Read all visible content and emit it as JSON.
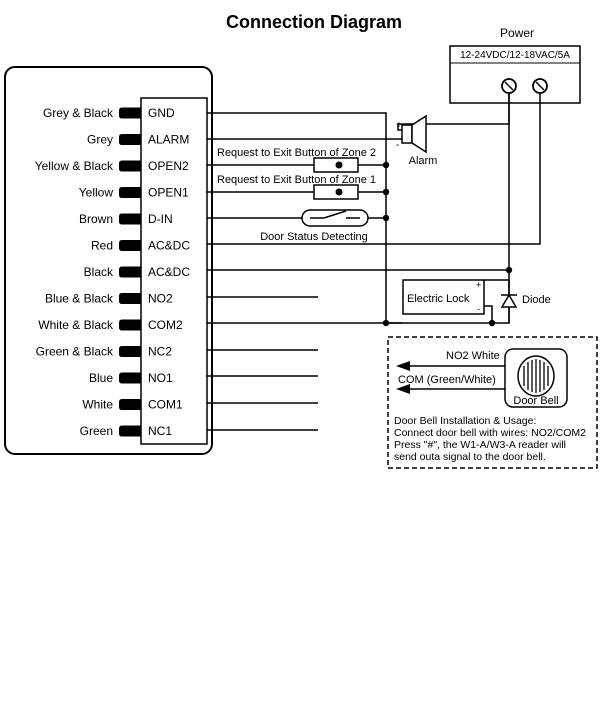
{
  "title": "Connection Diagram",
  "power": {
    "label": "Power",
    "spec": "12-24VDC/12-18VAC/5A"
  },
  "wires": [
    {
      "color": "Grey & Black",
      "terminal": "GND"
    },
    {
      "color": "Grey",
      "terminal": "ALARM"
    },
    {
      "color": "Yellow & Black",
      "terminal": "OPEN2"
    },
    {
      "color": "Yellow",
      "terminal": "OPEN1"
    },
    {
      "color": "Brown",
      "terminal": "D-IN"
    },
    {
      "color": "Red",
      "terminal": "AC&DC"
    },
    {
      "color": "Black",
      "terminal": "AC&DC"
    },
    {
      "color": "Blue & Black",
      "terminal": "NO2"
    },
    {
      "color": "White & Black",
      "terminal": "COM2"
    },
    {
      "color": "Green & Black",
      "terminal": "NC2"
    },
    {
      "color": "Blue",
      "terminal": "NO1"
    },
    {
      "color": "White",
      "terminal": "COM1"
    },
    {
      "color": "Green",
      "terminal": "NC1"
    }
  ],
  "labels": {
    "alarm": "Alarm",
    "alarm_plus": "+",
    "alarm_minus": "-",
    "exit2": "Request to Exit Button of Zone 2",
    "exit1": "Request to Exit Button of Zone 1",
    "door_status": "Door Status Detecting",
    "electric_lock": "Electric Lock",
    "lock_plus": "+",
    "lock_minus": "-",
    "diode": "Diode",
    "no2_white": "NO2 White",
    "com_green_white": "COM (Green/White)",
    "door_bell": "Door Bell"
  },
  "bell_note": [
    "Door Bell Installation & Usage:",
    "Connect door bell with wires: NO2/COM2",
    "Press \"#\", the W1-A/W3-A reader will",
    "send outa signal to the door bell."
  ]
}
